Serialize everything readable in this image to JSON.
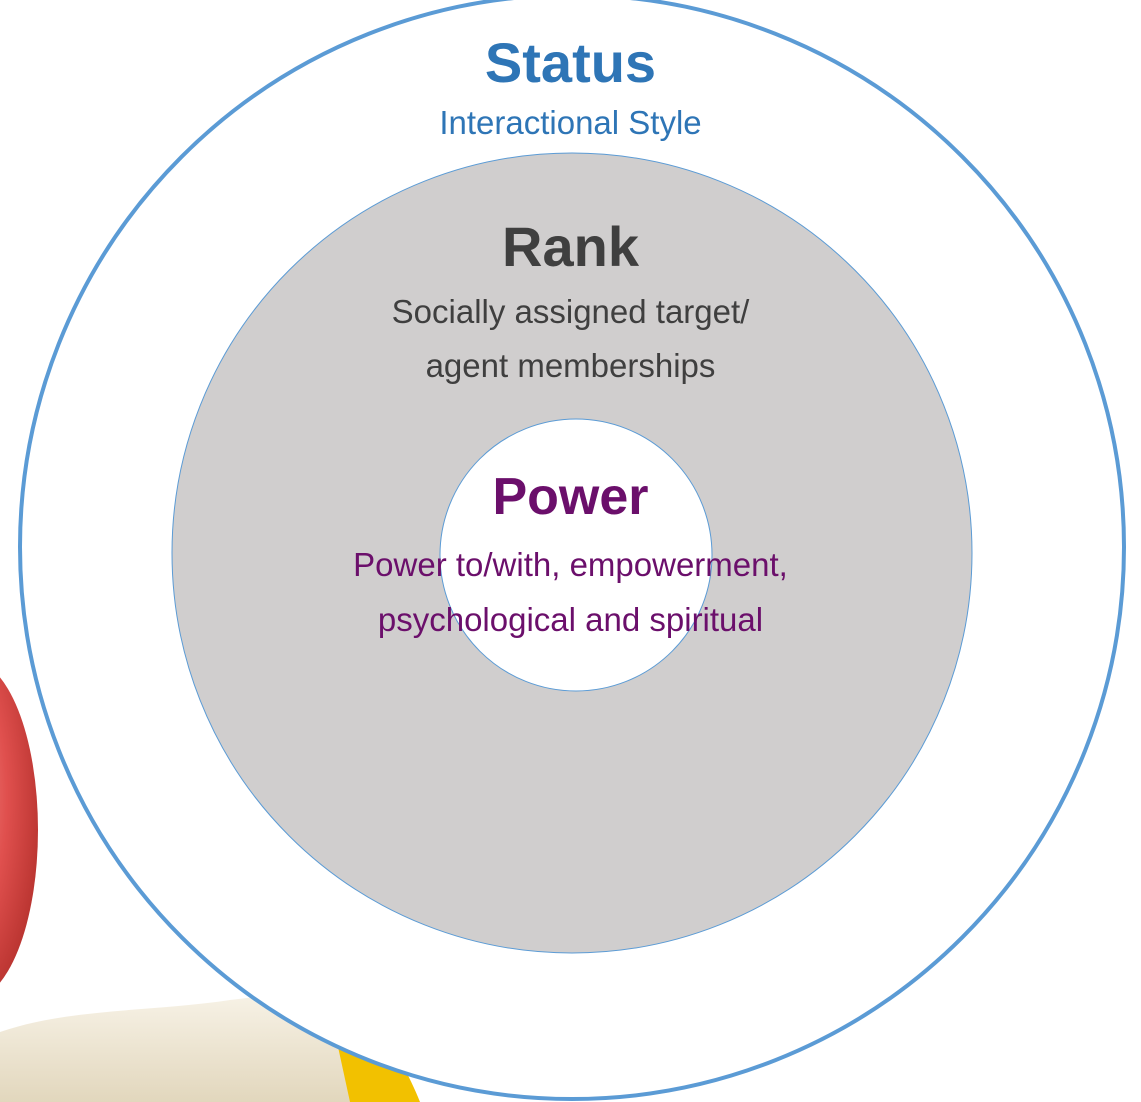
{
  "diagram": {
    "colors": {
      "outer_stroke": "#5b9bd5",
      "middle_fill": "#d0cece",
      "inner_stroke": "#5b9bd5",
      "status_text": "#2e75b6",
      "rank_text": "#3f3f3f",
      "power_text": "#6b0f6b",
      "fruit_red": "#e0504e",
      "fruit_cream": "#f1ead8",
      "fruit_yellow": "#f2c100",
      "fruit_leaf": "#c9d98a"
    },
    "rings": {
      "status": {
        "title": "Status",
        "subtitle": "Interactional Style"
      },
      "rank": {
        "title": "Rank",
        "subtitle_line1": "Socially assigned target/",
        "subtitle_line2": "agent memberships"
      },
      "power": {
        "title": "Power",
        "subtitle_line1": "Power to/with, empowerment,",
        "subtitle_line2": "psychological and spiritual"
      }
    }
  }
}
